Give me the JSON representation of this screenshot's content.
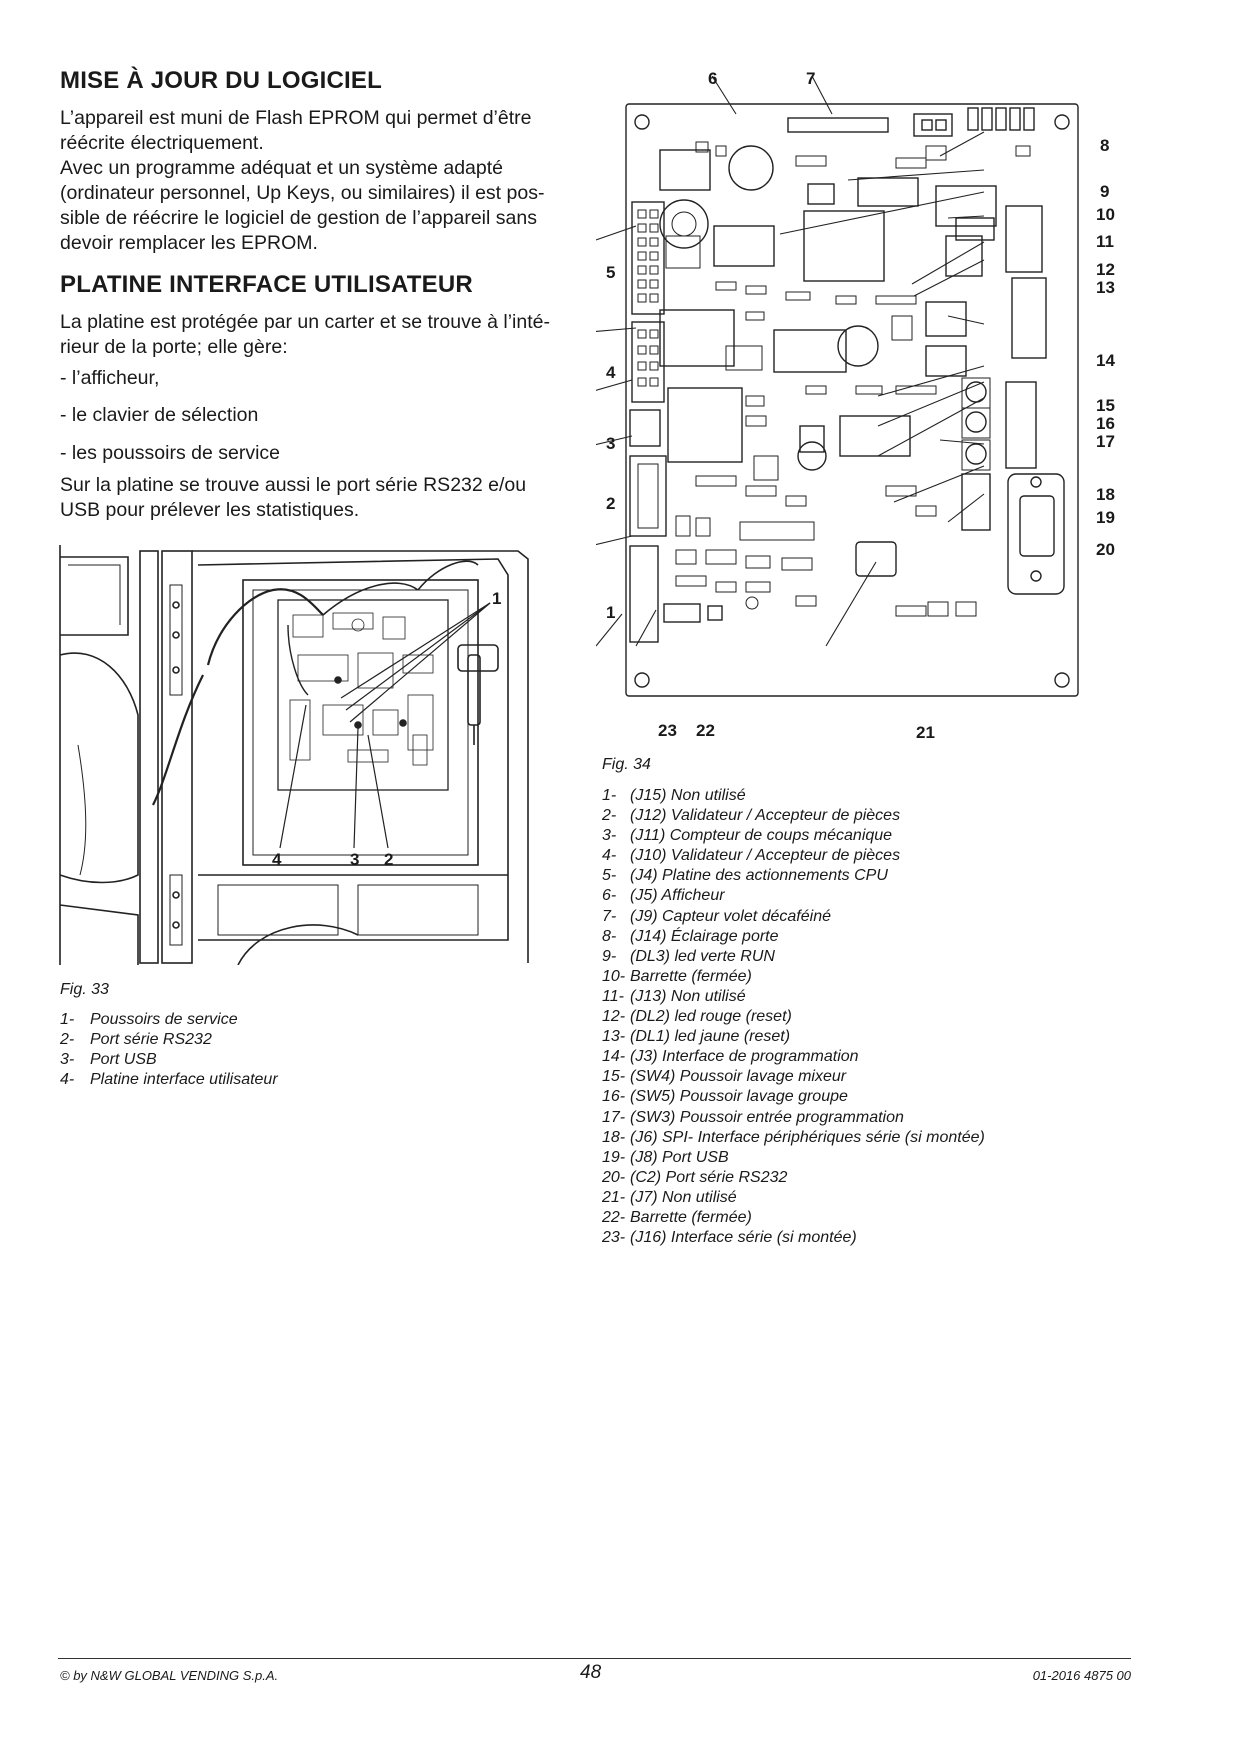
{
  "section1": {
    "title": "MISE À JOUR DU LOGICIEL",
    "lines": [
      "L’appareil est muni de Flash EPROM qui permet d’être",
      "réécrite électriquement.",
      "Avec un programme adéquat et un système adapté",
      "(ordinateur personnel, Up Keys, ou similaires) il est pos-",
      "sible de réécrire le logiciel de gestion de l’appareil sans",
      "devoir remplacer les EPROM."
    ]
  },
  "section2": {
    "title": "PLATINE INTERFACE UTILISATEUR",
    "intro_lines": [
      "La platine est protégée par un carter et se trouve à l’inté-",
      "rieur de la porte; elle gère:"
    ],
    "items": [
      "- l’afficheur,",
      "- le clavier de sélection",
      "- les poussoirs de service"
    ],
    "outro_lines": [
      "Sur la platine se trouve aussi le port série RS232 e/ou",
      "USB pour prélever les statistiques."
    ]
  },
  "fig33": {
    "caption": "Fig. 33",
    "callouts": [
      "1",
      "4",
      "3",
      "2"
    ],
    "legend": [
      {
        "n": "1-",
        "text": "Poussoirs de service"
      },
      {
        "n": "2-",
        "text": "Port série RS232"
      },
      {
        "n": "3-",
        "text": "Port USB"
      },
      {
        "n": "4-",
        "text": "Platine interface utilisateur"
      }
    ]
  },
  "fig34": {
    "caption": "Fig. 34",
    "callouts": [
      "6",
      "7",
      "8",
      "9",
      "10",
      "11",
      "12",
      "13",
      "14",
      "15",
      "16",
      "17",
      "18",
      "19",
      "20",
      "5",
      "4",
      "3",
      "2",
      "1",
      "23",
      "22",
      "21"
    ],
    "legend": [
      {
        "n": "1-",
        "text": "(J15) Non utilisé"
      },
      {
        "n": "2-",
        "text": "(J12) Validateur / Accepteur de pièces"
      },
      {
        "n": "3-",
        "text": "(J11) Compteur de coups mécanique"
      },
      {
        "n": "4-",
        "text": "(J10) Validateur / Accepteur de pièces"
      },
      {
        "n": "5-",
        "text": "(J4) Platine des actionnements CPU"
      },
      {
        "n": "6-",
        "text": "(J5) Afficheur"
      },
      {
        "n": "7-",
        "text": "(J9) Capteur volet décaféiné"
      },
      {
        "n": "8-",
        "text": "(J14) Éclairage porte"
      },
      {
        "n": "9-",
        "text": "(DL3) led verte RUN"
      },
      {
        "n": "10-",
        "text": "Barrette (fermée)"
      },
      {
        "n": "11-",
        "text": "(J13) Non utilisé"
      },
      {
        "n": "12-",
        "text": "(DL2) led rouge (reset)"
      },
      {
        "n": "13-",
        "text": "(DL1) led jaune (reset)"
      },
      {
        "n": "14-",
        "text": "(J3) Interface de programmation"
      },
      {
        "n": "15-",
        "text": "(SW4) Poussoir lavage mixeur"
      },
      {
        "n": "16-",
        "text": "(SW5) Poussoir lavage groupe"
      },
      {
        "n": "17-",
        "text": "(SW3) Poussoir entrée programmation"
      },
      {
        "n": "18-",
        "text": "(J6) SPI- Interface périphériques série (si montée)"
      },
      {
        "n": "19-",
        "text": "(J8) Port USB"
      },
      {
        "n": "20-",
        "text": "(C2) Port série RS232"
      },
      {
        "n": "21-",
        "text": "(J7) Non utilisé"
      },
      {
        "n": "22-",
        "text": "Barrette (fermée)"
      },
      {
        "n": "23-",
        "text": "(J16) Interface série (si montée)"
      }
    ]
  },
  "footer": {
    "copyright": "© by N&W GLOBAL VENDING S.p.A.",
    "page": "48",
    "code": "01-2016 4875 00"
  }
}
